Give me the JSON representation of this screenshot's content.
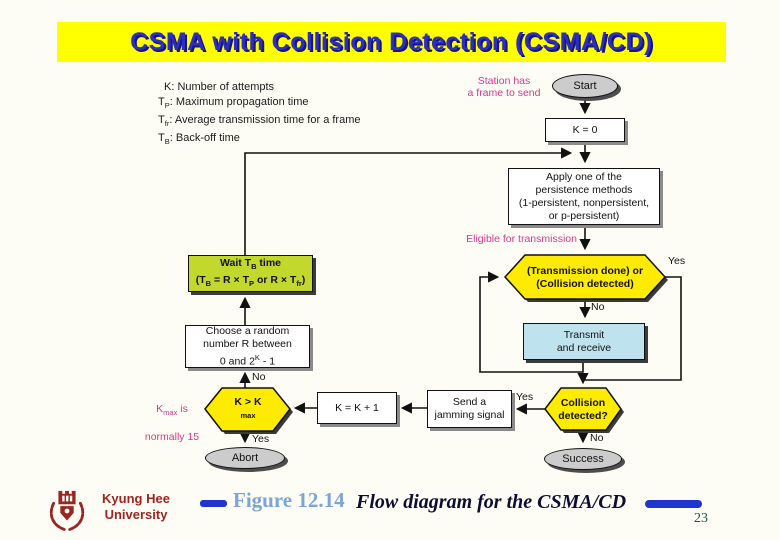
{
  "slide": {
    "title": "CSMA with Collision Detection (CSMA/CD)"
  },
  "legend": {
    "line1": "K: Number of attempts",
    "line2": [
      {
        "t": "T"
      },
      {
        "sub": "P"
      },
      {
        "t": ": Maximum propagation time"
      }
    ],
    "line3": [
      {
        "t": "T"
      },
      {
        "sub": "fr"
      },
      {
        "t": ": Average transmission time for a frame"
      }
    ],
    "line4": [
      {
        "t": "T"
      },
      {
        "sub": "B"
      },
      {
        "t": ": Back-off time"
      }
    ]
  },
  "annotations": {
    "station": "Station has\na frame to send",
    "eligible": "Eligible for transmission",
    "kmax_line1": [
      {
        "t": "K"
      },
      {
        "sub": "max"
      },
      {
        "t": " is"
      }
    ],
    "kmax_line2": "normally 15"
  },
  "labels": {
    "yes": "Yes",
    "no": "No"
  },
  "nodes": {
    "start": "Start",
    "k0": "K = 0",
    "apply": "Apply one of the\npersistence methods\n(1-persistent, nonpersistent,\nor p-persistent)",
    "trans_hex": "(Transmission done) or\n(Collision detected)",
    "transmit": "Transmit\nand receive",
    "wait_line1": [
      {
        "t": "Wait T"
      },
      {
        "sub": "B"
      },
      {
        "t": " time"
      }
    ],
    "wait_line2": [
      {
        "t": "(T"
      },
      {
        "sub": "B"
      },
      {
        "t": " = R × T"
      },
      {
        "sub": "P"
      },
      {
        "t": " or R × T"
      },
      {
        "sub": "fr"
      },
      {
        "t": ")"
      }
    ],
    "choose_line1": "Choose a random",
    "choose_line2": "number R between",
    "choose_line3": [
      {
        "t": "0 and 2"
      },
      {
        "sup": "K"
      },
      {
        "t": " - 1"
      }
    ],
    "kk1": "K = K + 1",
    "send": "Send a\njamming signal",
    "collision_hex": "Collision\ndetected?",
    "kmax_hex": [
      {
        "t": "K > K"
      },
      {
        "sub": "max"
      }
    ],
    "abort": "Abort",
    "success": "Success"
  },
  "footer": {
    "university_line1": "Kyung Hee",
    "university_line2": "University",
    "figure_label": "Figure 12.14",
    "figure_caption": "Flow diagram for the CSMA/CD",
    "page_number": "23"
  },
  "colors": {
    "slide_bg": "#fdfdf6",
    "title_bg": "#ffff00",
    "title_text": "#2d2dc0",
    "title_shadow": "#15157a",
    "hex_fill": "#ffeb00",
    "wait_fill": "#c3d82d",
    "transmit_fill": "#bfe3ee",
    "oval_fill": "#cccccc",
    "box_fill": "#ffffff",
    "magenta": "#d8368c",
    "footer_red": "#992620",
    "figure_blue": "#7ba4d9",
    "caption_color": "#0d0d30",
    "bar_blue": "#1f35cf",
    "page_green": "#1c5a33"
  }
}
